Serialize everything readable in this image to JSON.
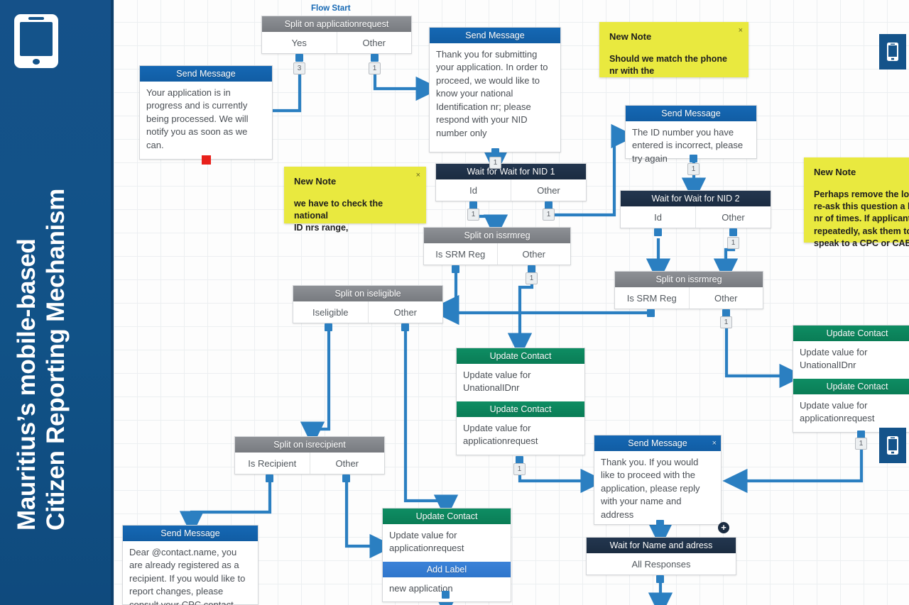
{
  "banner": {
    "title": "Mauritius’s mobile-based\nCitizen Reporting Mechanism",
    "logo_icon": "mobile-phone-icon"
  },
  "canvas": {
    "flow_start_label": "Flow Start",
    "mobile_icon_name": "mobile-phone-icon"
  },
  "nodes": {
    "split_applicationrequest": {
      "header": "Split on applicationrequest",
      "branches": [
        "Yes",
        "Other"
      ],
      "badges": [
        "3",
        "1"
      ]
    },
    "msg_in_progress": {
      "header": "Send Message",
      "body": "Your application is in progress and is currently being processed. We will notify you as soon as we can."
    },
    "msg_thank_you_submitting": {
      "header": "Send Message",
      "body": "Thank you for submitting your application. In order to proceed, we would like to know your national Identification nr; please respond with your NID number only",
      "badge": "1"
    },
    "wait_nid_1": {
      "header": "Wait for Wait for NID 1",
      "branches": [
        "Id",
        "Other"
      ],
      "badges": [
        "1",
        "1"
      ]
    },
    "msg_id_incorrect": {
      "header": "Send Message",
      "body": "The ID number you have entered is incorrect, please try again",
      "badge": "1"
    },
    "wait_nid_2": {
      "header": "Wait for Wait for NID 2",
      "branches": [
        "Id",
        "Other"
      ],
      "badges": [
        "1"
      ]
    },
    "split_issrmreg_left": {
      "header": "Split on issrmreg",
      "branches": [
        "Is SRM Reg",
        "Other"
      ],
      "badges": [
        "1"
      ]
    },
    "split_issrmreg_right": {
      "header": "Split on issrmreg",
      "branches": [
        "Is SRM Reg",
        "Other"
      ],
      "badges": [
        "1"
      ]
    },
    "split_iseligible": {
      "header": "Split on iseligible",
      "branches": [
        "Iseligible",
        "Other"
      ]
    },
    "split_isrecipient": {
      "header": "Split on isrecipient",
      "branches": [
        "Is Recipient",
        "Other"
      ]
    },
    "update_center_1": {
      "header": "Update Contact",
      "body": "Update value for UnationalIDnr"
    },
    "update_center_2": {
      "header": "Update Contact",
      "body": "Update value for applicationrequest",
      "badge": "1"
    },
    "update_right_1": {
      "header": "Update Contact",
      "body": "Update value for UnationalIDnr"
    },
    "update_right_2": {
      "header": "Update Contact",
      "body": "Update value for applicationrequest",
      "badge": "1"
    },
    "msg_already_registered": {
      "header": "Send Message",
      "body": "Dear @contact.name, you are already registered as a recipient. If you would like to report changes, please consult your CPC contact"
    },
    "update_bottom": {
      "header": "Update Contact",
      "body": "Update value for applicationrequest"
    },
    "add_label_bottom": {
      "header": "Add Label",
      "body": "new application"
    },
    "msg_thank_you_proceed": {
      "header": "Send Message",
      "body": "Thank you. If you would like to proceed with the application, please reply with your name and address"
    },
    "wait_name_address": {
      "header": "Wait for Name and adress",
      "branches": [
        "All Responses"
      ]
    }
  },
  "notes": {
    "note_phone_match": {
      "title": "New Note",
      "text": "Should we match the phone\nnr with the",
      "close": "×"
    },
    "note_national_id": {
      "title": "New Note",
      "text": "we have to check the national\nID nrs range,",
      "close": "×"
    },
    "note_remove_loop": {
      "title": "New Note",
      "text": "Perhaps remove the loop\nre-ask this question a lim\nnr of times. If applicant fa\nrepeatedly, ask them to\nspeak to a CPC or CAB."
    }
  },
  "colors": {
    "banner_blue": "#14538a",
    "split_gray": "#787b80",
    "message_blue": "#115da4",
    "wait_navy": "#1b2c41",
    "update_green": "#0a7d56",
    "label_blue": "#2f76cc",
    "note_yellow": "#e9e93f",
    "link_blue": "#2b7fc1",
    "red_marker": "#e8211b"
  }
}
